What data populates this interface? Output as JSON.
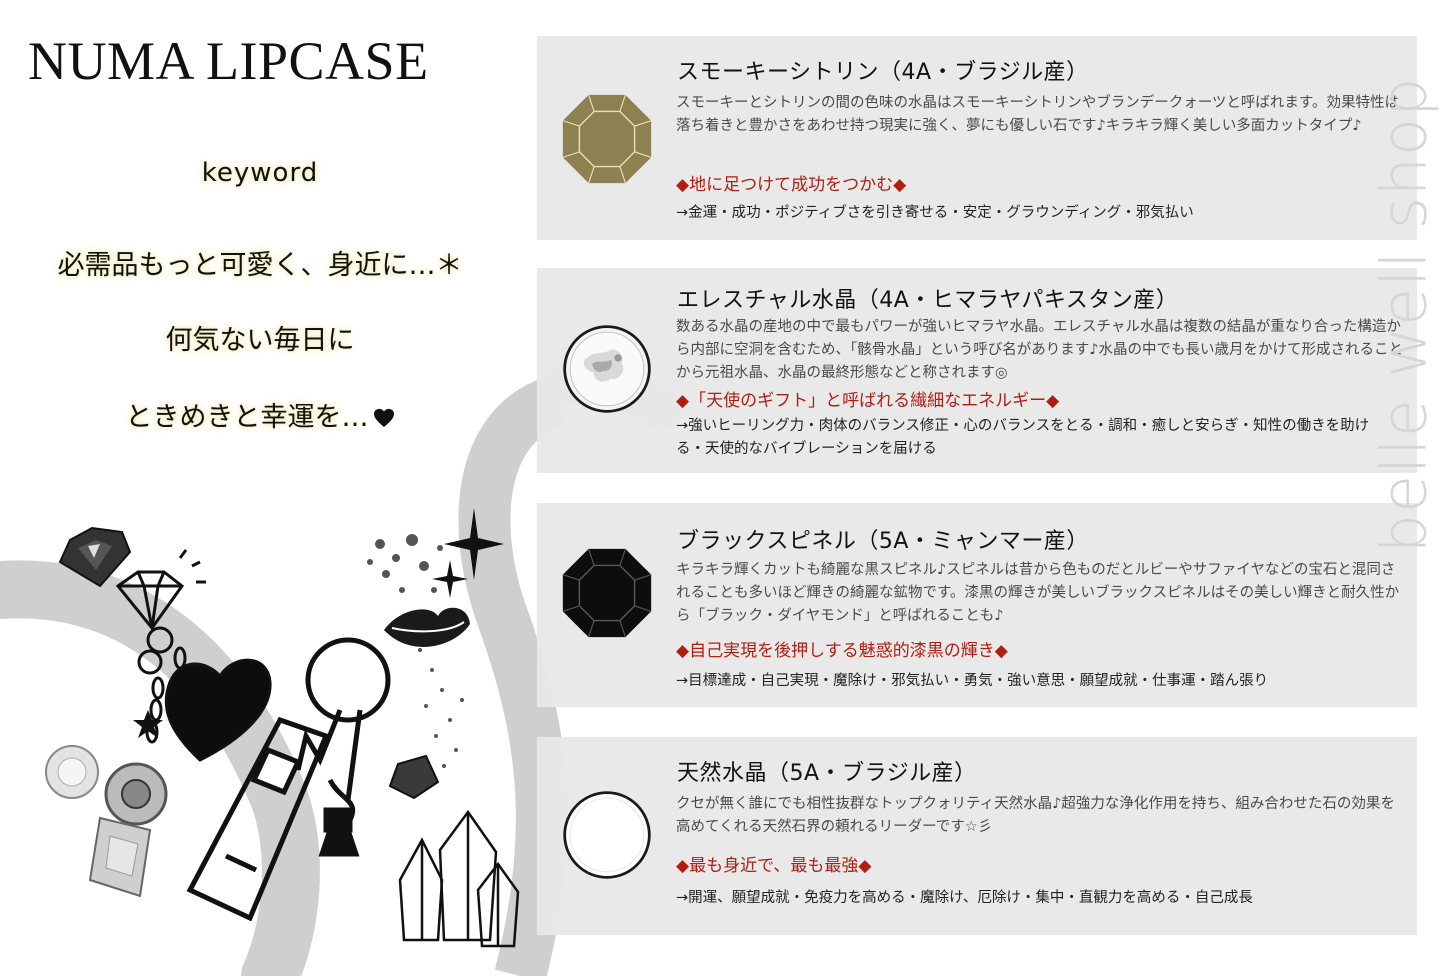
{
  "title": "NUMA LIPCASE",
  "keyword_label": "keyword",
  "tagline": [
    "必需品もっと可愛く、身近に…＊",
    "何気ない毎日に",
    "ときめきと幸運を…"
  ],
  "brand": "belle well shop",
  "colors": {
    "accent_red": "#b01e12",
    "panel_bg": "#e8e8e8",
    "smoky_citrine": "#8d8152",
    "black_spinel": "#0d0d0d"
  },
  "stones": [
    {
      "icon": "smoky-citrine-gem-icon",
      "name": "スモーキーシトリン（4A・ブラジル産）",
      "description": "スモーキーとシトリンの間の色味の水晶はスモーキーシトリンやブランデークォーツと呼ばれます。効果特性は落ち着きと豊かさをあわせ持つ現実に強く、夢にも優しい石です♪キラキラ輝く美しい多面カットタイプ♪",
      "keyphrase": "◆地に足つけて成功をつかむ◆",
      "effects": "→金運・成功・ポジティブさを引き寄せる・安定・グラウンディング・邪気払い"
    },
    {
      "icon": "elestial-quartz-bead-icon",
      "name": "エレスチャル水晶（4A・ヒマラヤパキスタン産）",
      "description": "数ある水晶の産地の中で最もパワーが強いヒマラヤ水晶。エレスチャル水晶は複数の結晶が重なり合った構造から内部に空洞を含むため、「骸骨水晶」という呼び名があります♪水晶の中でも長い歳月をかけて形成されることから元祖水晶、水晶の最終形態などと称されます◎",
      "keyphrase": "◆「天使のギフト」と呼ばれる繊細なエネルギー◆",
      "effects": "→強いヒーリング力・肉体のバランス修正・心のバランスをとる・調和・癒しと安らぎ・知性の働きを助ける・天使的なバイブレーションを届ける"
    },
    {
      "icon": "black-spinel-gem-icon",
      "name": "ブラックスピネル（5A・ミャンマー産）",
      "description": "キラキラ輝くカットも綺麗な黒スピネル♪スピネルは昔から色ものだとルビーやサファイヤなどの宝石と混同されることも多いほど輝きの綺麗な鉱物です。漆黒の輝きが美しいブラックスピネルはその美しい輝きと耐久性から「ブラック・ダイヤモンド」と呼ばれることも♪",
      "keyphrase": "◆自己実現を後押しする魅惑的漆黒の輝き◆",
      "effects": "→目標達成・自己実現・魔除け・邪気払い・勇気・強い意思・願望成就・仕事運・踏ん張り"
    },
    {
      "icon": "natural-quartz-bead-icon",
      "name": "天然水晶（5A・ブラジル産）",
      "description": "クセが無く誰にでも相性抜群なトップクォリティ天然水晶♪超強力な浄化作用を持ち、組み合わせた石の効果を高めてくれる天然石界の頼れるリーダーです☆彡",
      "keyphrase": "◆最も身近で、最も最強◆",
      "effects": "→開運、願望成就・免疫力を高める・魔除け、厄除け・集中・直観力を高める・自己成長"
    }
  ]
}
